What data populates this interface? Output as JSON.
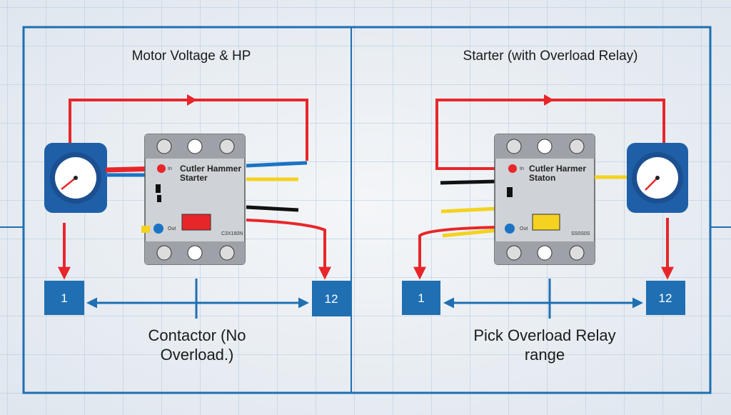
{
  "left_panel": {
    "title": "Motor Voltage & HP",
    "device_label_line1": "Cutler Hammer",
    "device_label_line2": "Starter",
    "device_code": "C3X160N",
    "terminal_small_labels": [
      "In",
      "Out"
    ],
    "box_start": "1",
    "box_end": "12",
    "caption_line1": "Contactor (No",
    "caption_line2": "Overload.)",
    "indicator_color": "#e8262a"
  },
  "right_panel": {
    "title": "Starter (with Overload Relay)",
    "device_label_line1": "Cutler Harmer",
    "device_label_line2": "Staton",
    "device_code": "SS0S0S",
    "terminal_small_labels": [
      "In",
      "Out"
    ],
    "box_start": "1",
    "box_end": "12",
    "caption_line1": "Pick Overload Relay",
    "caption_line2": "range",
    "indicator_color": "#f4d21f"
  },
  "colors": {
    "frame": "#1f6fb2",
    "wire_red": "#e8262a",
    "wire_blue": "#1b73c4",
    "wire_yellow": "#f4d21f",
    "wire_black": "#111111",
    "box": "#1f6fb2"
  }
}
